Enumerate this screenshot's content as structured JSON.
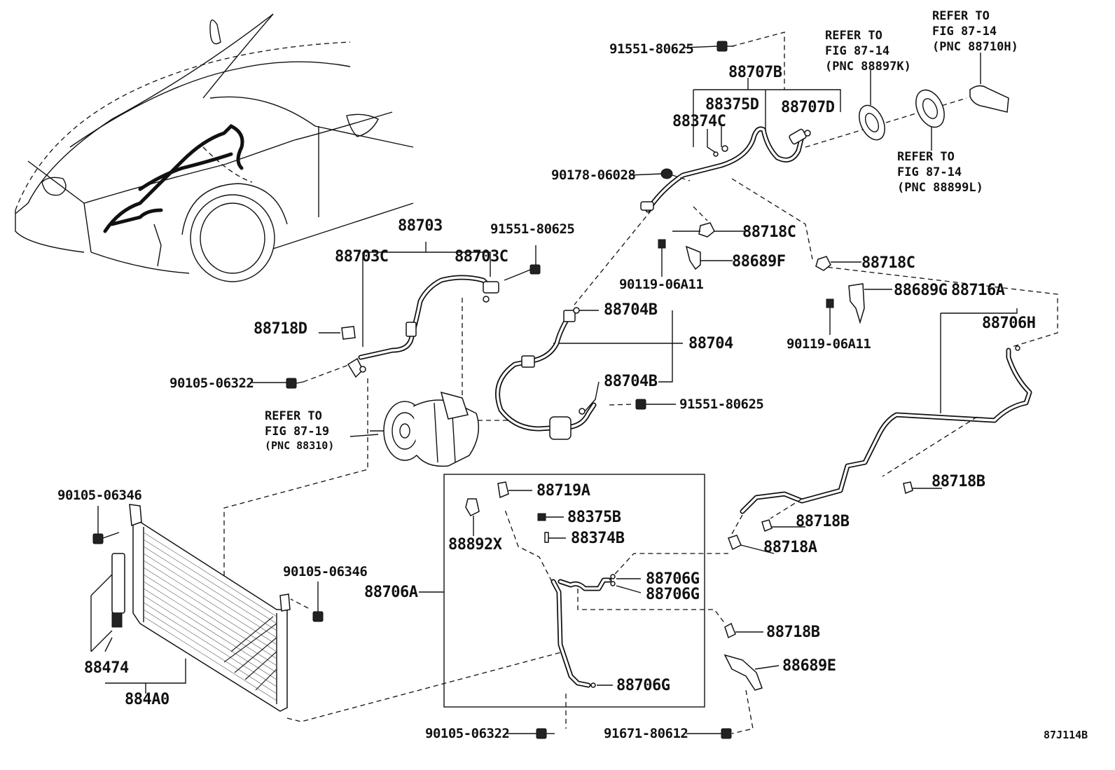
{
  "diagram_code": "87J114B",
  "labels": {
    "p91551_80625_top": "91551-80625",
    "p88707B": "88707B",
    "p88375D": "88375D",
    "p88374C": "88374C",
    "p88707D": "88707D",
    "p90178_06028": "90178-06028",
    "p88718C_a": "88718C",
    "p88689F": "88689F",
    "p90119_06A11_a": "90119-06A11",
    "p88718C_b": "88718C",
    "p88689G": "88689G",
    "p90119_06A11_b": "90119-06A11",
    "p88716A": "88716A",
    "p88706H": "88706H",
    "p88703": "88703",
    "p88703C_a": "88703C",
    "p88703C_b": "88703C",
    "p91551_80625_mid": "91551-80625",
    "p88718D": "88718D",
    "p90105_06322_a": "90105-06322",
    "p88704B_a": "88704B",
    "p88704": "88704",
    "p88704B_b": "88704B",
    "p91551_80625_low": "91551-80625",
    "p90105_06346_a": "90105-06346",
    "p90105_06346_b": "90105-06346",
    "p88474": "88474",
    "p884A0": "884A0",
    "p88719A": "88719A",
    "p88375B": "88375B",
    "p88374B": "88374B",
    "p88892X": "88892X",
    "p88706A": "88706A",
    "p88706G_a": "88706G",
    "p88706G_b": "88706G",
    "p88706G_c": "88706G",
    "p90105_06322_b": "90105-06322",
    "p88718B_a": "88718B",
    "p88718B_b": "88718B",
    "p88718A": "88718A",
    "p88718B_c": "88718B",
    "p88689E": "88689E",
    "p91671_80612": "91671-80612"
  },
  "refs": {
    "ref_88710H": [
      "REFER TO",
      "FIG 87-14",
      "(PNC 88710H)"
    ],
    "ref_88897K": [
      "REFER TO",
      "FIG 87-14",
      "(PNC 88897K)"
    ],
    "ref_88899L": [
      "REFER TO",
      "FIG 87-14",
      "(PNC 88899L)"
    ],
    "ref_88310": [
      "REFER TO",
      "FIG 87-19",
      "(PNC 88310)"
    ]
  }
}
